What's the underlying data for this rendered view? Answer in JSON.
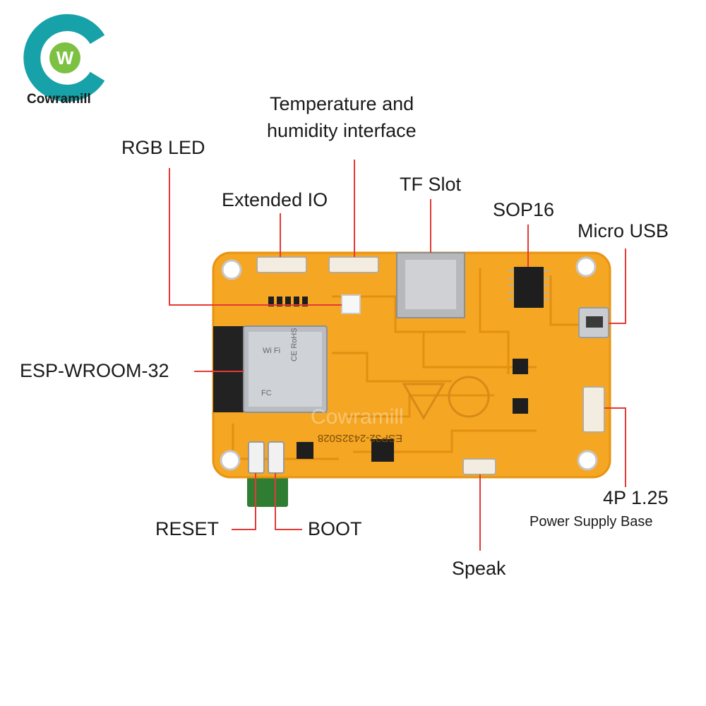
{
  "brand": {
    "name": "Cowramill",
    "logo_letters": "W",
    "teal_color": "#17a1a8",
    "green_color": "#7dc142"
  },
  "board": {
    "pcb_color": "#f5a623",
    "silkscreen_id": "ESP32-2432S028",
    "watermark": "Cowramill",
    "module_marks": [
      "Wi Fi",
      "CE RoHS",
      "FC"
    ]
  },
  "callouts": {
    "temp_humidity_line1": "Temperature and",
    "temp_humidity_line2": "humidity interface",
    "rgb_led": "RGB LED",
    "extended_io": "Extended IO",
    "tf_slot": "TF Slot",
    "sop16": "SOP16",
    "micro_usb": "Micro USB",
    "esp_wroom": "ESP-WROOM-32",
    "power_4p": "4P 1.25",
    "power_supply_base": "Power Supply Base",
    "reset": "RESET",
    "boot": "BOOT",
    "speak": "Speak"
  },
  "line_color": "#e53935"
}
